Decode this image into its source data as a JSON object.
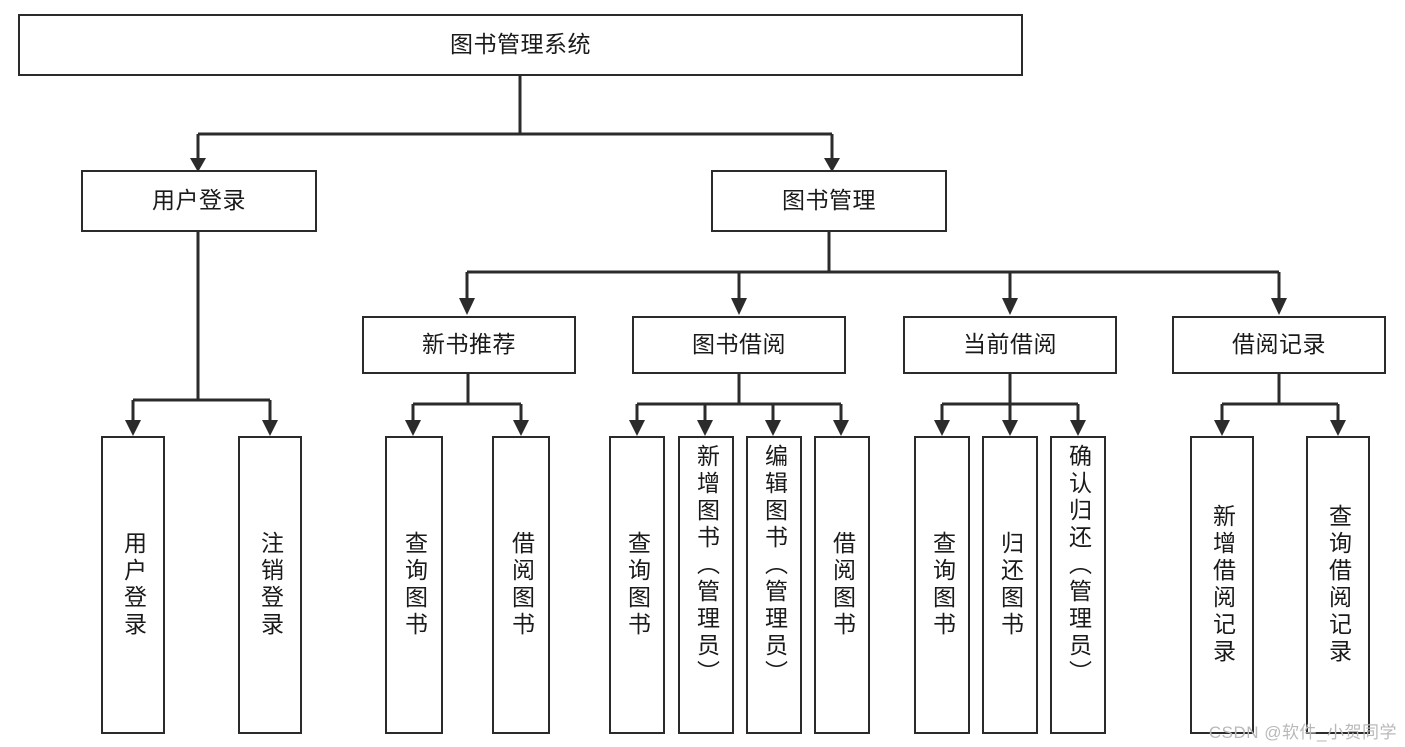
{
  "diagram": {
    "title": "图书管理系统",
    "type": "tree",
    "colors": {
      "box_border": "#2b2b2b",
      "box_fill": "#ffffff",
      "connector": "#2b2b2b",
      "text": "#1a1a1a",
      "watermark": "#b9b9b9",
      "background": "#ffffff"
    },
    "levels": {
      "level0": [
        {
          "id": "root",
          "label": "图书管理系统",
          "orientation": "horizontal"
        }
      ],
      "level1": [
        {
          "id": "user-login",
          "label": "用户登录",
          "orientation": "horizontal"
        },
        {
          "id": "book-manage",
          "label": "图书管理",
          "orientation": "horizontal"
        }
      ],
      "level2": [
        {
          "id": "new-book-recommend",
          "label": "新书推荐",
          "orientation": "horizontal",
          "parent": "book-manage"
        },
        {
          "id": "book-borrow",
          "label": "图书借阅",
          "orientation": "horizontal",
          "parent": "book-manage"
        },
        {
          "id": "current-borrow",
          "label": "当前借阅",
          "orientation": "horizontal",
          "parent": "book-manage"
        },
        {
          "id": "borrow-record",
          "label": "借阅记录",
          "orientation": "horizontal",
          "parent": "book-manage"
        }
      ],
      "level3": [
        {
          "id": "leaf-user-login",
          "label": "用户登录",
          "orientation": "vertical",
          "parent": "user-login"
        },
        {
          "id": "leaf-logout",
          "label": "注销登录",
          "orientation": "vertical",
          "parent": "user-login"
        },
        {
          "id": "leaf-query-book-1",
          "label": "查询图书",
          "orientation": "vertical",
          "parent": "new-book-recommend"
        },
        {
          "id": "leaf-borrow-book-1",
          "label": "借阅图书",
          "orientation": "vertical",
          "parent": "new-book-recommend"
        },
        {
          "id": "leaf-query-book-2",
          "label": "查询图书",
          "orientation": "vertical",
          "parent": "book-borrow"
        },
        {
          "id": "leaf-add-book",
          "label": "新增图书（管理员）",
          "orientation": "vertical",
          "parent": "book-borrow"
        },
        {
          "id": "leaf-edit-book",
          "label": "编辑图书（管理员）",
          "orientation": "vertical",
          "parent": "book-borrow"
        },
        {
          "id": "leaf-borrow-book-2",
          "label": "借阅图书",
          "orientation": "vertical",
          "parent": "book-borrow"
        },
        {
          "id": "leaf-query-book-3",
          "label": "查询图书",
          "orientation": "vertical",
          "parent": "current-borrow"
        },
        {
          "id": "leaf-return-book",
          "label": "归还图书",
          "orientation": "vertical",
          "parent": "current-borrow"
        },
        {
          "id": "leaf-confirm-return",
          "label": "确认归还（管理员）",
          "orientation": "vertical",
          "parent": "current-borrow"
        },
        {
          "id": "leaf-add-record",
          "label": "新增借阅记录",
          "orientation": "vertical",
          "parent": "borrow-record"
        },
        {
          "id": "leaf-query-record",
          "label": "查询借阅记录",
          "orientation": "vertical",
          "parent": "borrow-record"
        }
      ]
    }
  },
  "watermark": {
    "text": "CSDN @软件_小贺同学"
  }
}
